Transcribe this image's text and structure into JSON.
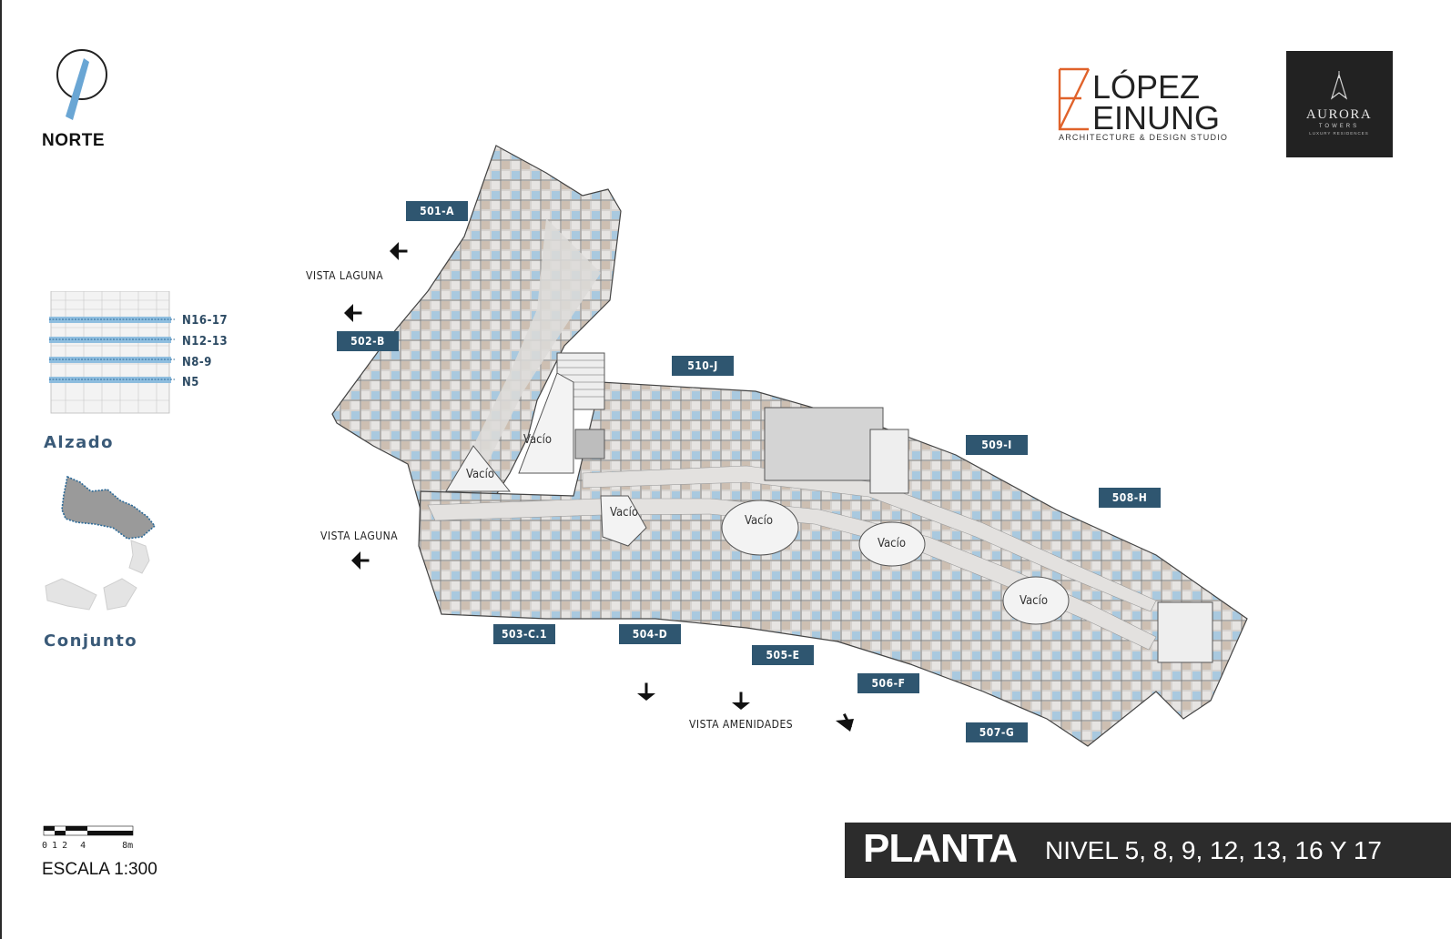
{
  "north": {
    "label": "NORTE",
    "icon": "north-arrow-icon"
  },
  "elevation": {
    "title": "Alzado",
    "levels": [
      "N16-17",
      "N12-13",
      "N8-9",
      "N5"
    ]
  },
  "site": {
    "title": "Conjunto"
  },
  "scale": {
    "ticks": [
      "0",
      "1",
      "2",
      "4",
      "8m"
    ],
    "label": "ESCALA 1:300"
  },
  "logos": {
    "studio_line1": "LÓPEZ",
    "studio_line2": "EINUNG",
    "studio_sub": "ARCHITECTURE & DESIGN STUDIO",
    "brand_name": "AURORA",
    "brand_line2": "TOWERS",
    "brand_line3": "LUXURY RESIDENCES"
  },
  "units": {
    "u501": "501-A",
    "u502": "502-B",
    "u503": "503-C.1",
    "u504": "504-D",
    "u505": "505-E",
    "u506": "506-F",
    "u507": "507-G",
    "u508": "508-H",
    "u509": "509-I",
    "u510": "510-J"
  },
  "views": {
    "laguna_top": "VISTA LAGUNA",
    "laguna_left": "VISTA LAGUNA",
    "amenidades": "VISTA AMENIDADES"
  },
  "voids": [
    "Vacío",
    "Vacío",
    "Vacío",
    "Vacío",
    "Vacío",
    "Vacío"
  ],
  "title": {
    "main": "PLANTA",
    "levels": "NIVEL 5, 8, 9, 12, 13, 16 Y 17"
  },
  "colors": {
    "tag_bg": "#2f5670",
    "floor": "#d9d7d5",
    "room": "#cfc8c1",
    "accent_blue": "#5b9bd0",
    "logo_orange": "#e0622a"
  }
}
